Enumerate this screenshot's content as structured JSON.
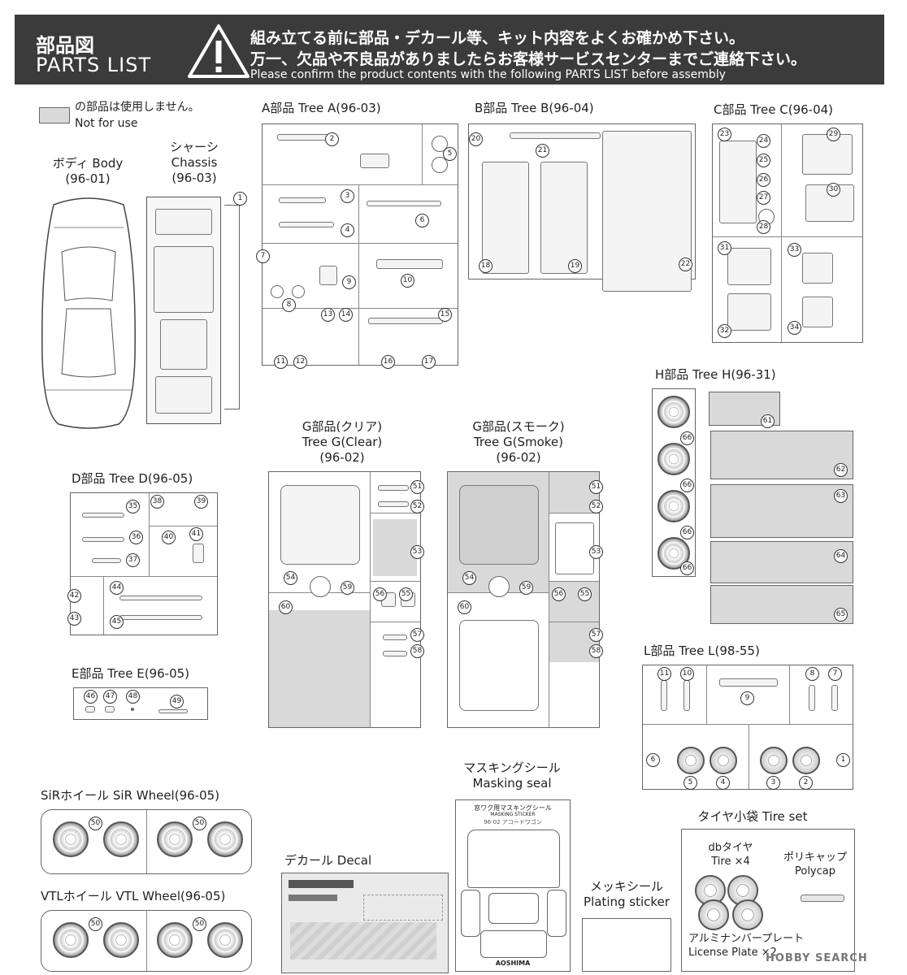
{
  "header": {
    "title_jp": "部品図",
    "title_en": "PARTS LIST",
    "notice_jp_1": "組み立てる前に部品・デカール等、キット内容をよくお確かめ下さい。",
    "notice_jp_2": "万一、欠品や不良品がありましたらお客様サービスセンターまでご連絡下さい。",
    "notice_en": "Please confirm the product contents with the following PARTS LIST before assembly"
  },
  "legend": {
    "jp": "の部品は使用しません。",
    "en": "Not for use"
  },
  "body": {
    "l1": "ボディ Body",
    "l2": "(96-01)"
  },
  "chassis": {
    "l1": "シャーシ",
    "l2": "Chassis",
    "l3": "(96-03)",
    "num": "1"
  },
  "tree_a": {
    "label": "A部品 Tree A(96-03)",
    "nums": [
      "2",
      "3",
      "4",
      "5",
      "6",
      "7",
      "8",
      "9",
      "10",
      "11",
      "12",
      "13",
      "14",
      "15",
      "16",
      "17"
    ]
  },
  "tree_b": {
    "label": "B部品 Tree B(96-04)",
    "nums": [
      "18",
      "19",
      "20",
      "21",
      "22"
    ]
  },
  "tree_c": {
    "label": "C部品 Tree C(96-04)",
    "nums": [
      "23",
      "24",
      "25",
      "26",
      "27",
      "28",
      "29",
      "30",
      "31",
      "32",
      "33",
      "34"
    ]
  },
  "tree_d": {
    "label": "D部品 Tree D(96-05)",
    "nums": [
      "35",
      "36",
      "37",
      "38",
      "39",
      "40",
      "41",
      "42",
      "43",
      "44",
      "45"
    ]
  },
  "tree_e": {
    "label": "E部品 Tree E(96-05)",
    "nums": [
      "46",
      "47",
      "48",
      "49"
    ]
  },
  "tree_g_clear": {
    "l1": "G部品(クリア)",
    "l2": "Tree G(Clear)",
    "l3": "(96-02)",
    "nums": [
      "51",
      "52",
      "53",
      "54",
      "59",
      "60",
      "56",
      "55",
      "57",
      "58"
    ]
  },
  "tree_g_smoke": {
    "l1": "G部品(スモーク)",
    "l2": "Tree G(Smoke)",
    "l3": "(96-02)",
    "nums": [
      "51",
      "52",
      "53",
      "54",
      "59",
      "60",
      "56",
      "55",
      "57",
      "58"
    ]
  },
  "tree_h": {
    "label": "H部品 Tree H(96-31)",
    "nums": [
      "66",
      "66",
      "66",
      "66",
      "61",
      "62",
      "63",
      "64",
      "65"
    ]
  },
  "tree_l": {
    "label": "L部品 Tree L(98-55)",
    "nums": [
      "11",
      "10",
      "9",
      "8",
      "7",
      "6",
      "5",
      "4",
      "3",
      "2",
      "1"
    ]
  },
  "sir_wheel": {
    "label": "SiRホイール SiR Wheel(96-05)",
    "num": "50"
  },
  "vtl_wheel": {
    "label": "VTLホイール VTL Wheel(96-05)",
    "num": "50"
  },
  "decal": {
    "label": "デカール Decal"
  },
  "masking": {
    "l1": "マスキングシール",
    "l2": "Masking seal",
    "title_jp": "窓ワク用マスキングシール",
    "title_en": "MASKING STICKER",
    "model": "96-02 アコードワゴン",
    "brand": "AOSHIMA"
  },
  "plating": {
    "l1": "メッキシール",
    "l2": "Plating sticker"
  },
  "tire_set": {
    "label": "タイヤ小袋 Tire set",
    "tire_jp": "dbタイヤ",
    "tire_en": "Tire ×4",
    "polycap_jp": "ポリキャップ",
    "polycap_en": "Polycap",
    "plate_jp": "アルミナンバープレート",
    "plate_en": "License Plate ×2"
  },
  "watermark": "HOBBY SEARCH"
}
